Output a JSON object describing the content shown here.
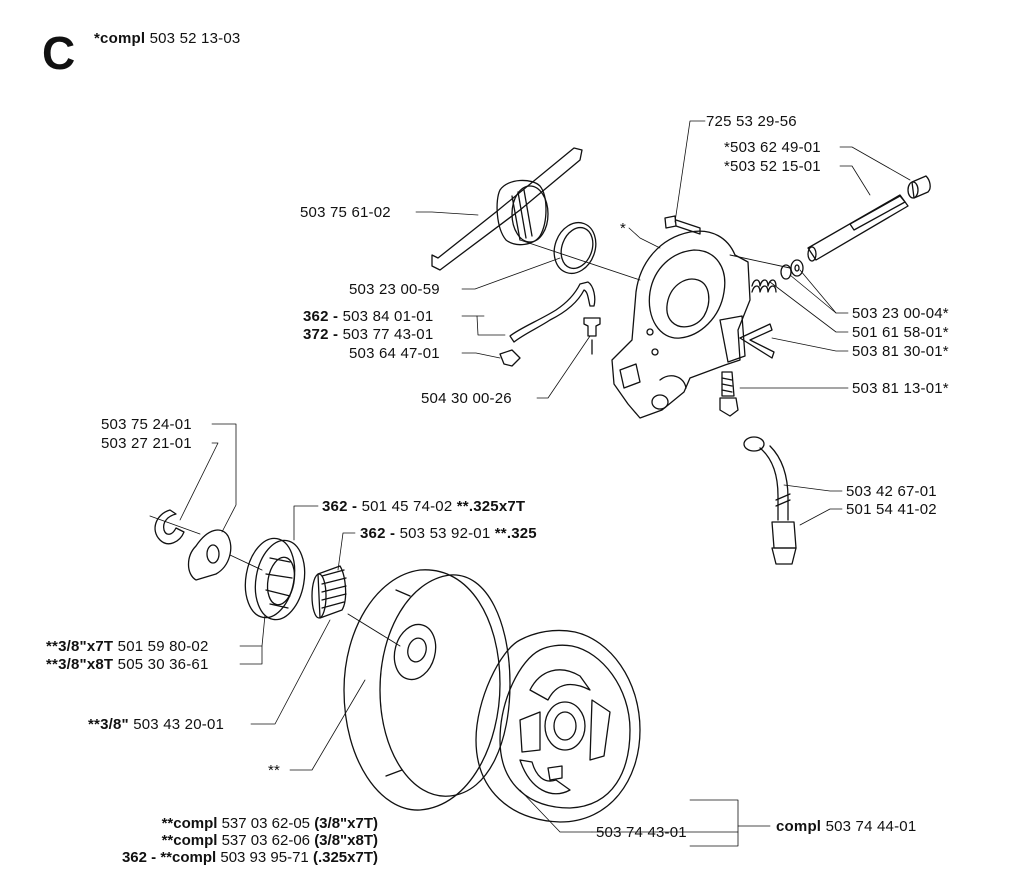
{
  "header": {
    "section_letter": "C",
    "compl_prefix": "*compl",
    "compl_number": "503 52 13-03"
  },
  "labels": {
    "p725": "725 53 29-56",
    "p5036249": "*503 62 49-01",
    "p5035215": "*503 52 15-01",
    "p5037561": "503 75 61-02",
    "star": "*",
    "p5032300_59": "503 23 00-59",
    "model362a": "362 -",
    "p5038401": "503 84 01-01",
    "model372": "372 -",
    "p5037743": "503 77 43-01",
    "p5036447": "503 64 47-01",
    "p5043000": "504 30 00-26",
    "p5032300_04": "503 23 00-04*",
    "p5016158": "501 61 58-01*",
    "p5038130": "503 81 30-01*",
    "p5038113": "503 81 13-01*",
    "p5037524": "503 75 24-01",
    "p5032721": "503 27 21-01",
    "model362b": "362 -",
    "p5014574": "501 45 74-02",
    "p5014574_note": "**.325x7T",
    "model362c": "362 -",
    "p5035392": "503 53 92-01",
    "p5035392_note": "**.325",
    "p5034267": "503 42 67-01",
    "p5015441": "501 54 41-02",
    "v38x7T": "**3/8\"x7T",
    "p5015980": "501 59 80-02",
    "v38x8T": "**3/8\"x8T",
    "p5053036": "505 30 36-61",
    "v38": "**3/8\"",
    "p5034320": "503 43 20-01",
    "dstar": "**",
    "p5037443": "503 74 43-01",
    "compl_word": "compl",
    "p5037444": "503 74 44-01"
  },
  "bottom_list": [
    {
      "prefix": "",
      "compl": "**compl",
      "number": "537 03 62-05",
      "variant": "(3/8\"x7T)"
    },
    {
      "prefix": "",
      "compl": "**compl",
      "number": "537 03 62-06",
      "variant": "(3/8\"x8T)"
    },
    {
      "prefix": "362 -",
      "compl": "**compl",
      "number": "503 93 95-71",
      "variant": "(.325x7T)"
    }
  ]
}
